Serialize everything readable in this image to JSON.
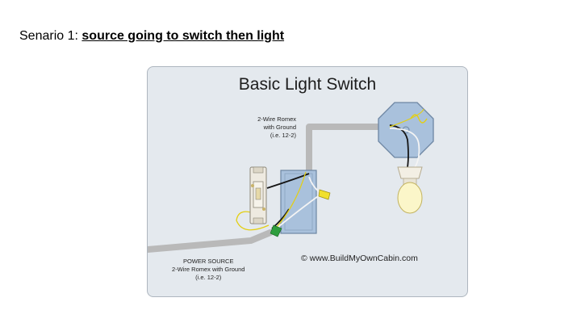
{
  "heading": {
    "prefix": "Senario 1: ",
    "underlined": "source going to switch then light"
  },
  "diagram": {
    "title": "Basic Light Switch",
    "cable_label": [
      "2-Wire Romex",
      "with Ground",
      "(i.e. 12-2)"
    ],
    "source_label": [
      "POWER SOURCE",
      "2-Wire Romex with Ground",
      "(i.e. 12-2)"
    ],
    "copyright": "© www.BuildMyOwnCabin.com",
    "colors": {
      "background": "#e4e9ee",
      "box": "#a9c1dc",
      "cable": "#b9b9b9",
      "hot_wire": "#151515",
      "neutral_wire": "#f4f4f4",
      "ground_wire": "#e3cf15",
      "wire_nut_yellow": "#f1e02d",
      "wire_nut_green": "#2e9e3e",
      "bulb": "#fbf6c9"
    },
    "icons": [
      "light-switch-icon",
      "electrical-box-icon",
      "ceiling-box-icon",
      "light-bulb-icon",
      "wire-nut-icon"
    ]
  }
}
